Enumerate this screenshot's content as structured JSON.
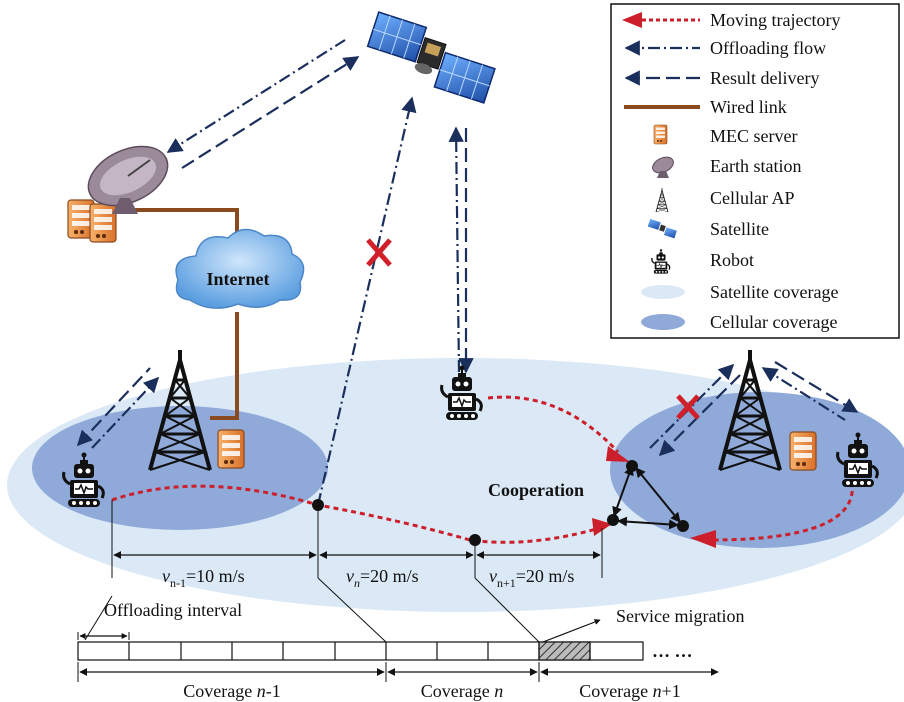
{
  "legend": {
    "items": [
      {
        "icon": "moving-trajectory-icon",
        "label": "Moving trajectory"
      },
      {
        "icon": "offloading-flow-icon",
        "label": "Offloading flow"
      },
      {
        "icon": "result-delivery-icon",
        "label": "Result delivery"
      },
      {
        "icon": "wired-link-icon",
        "label": "Wired link"
      },
      {
        "icon": "mec-server-icon",
        "label": "MEC server"
      },
      {
        "icon": "earth-station-icon",
        "label": "Earth station"
      },
      {
        "icon": "cellular-ap-icon",
        "label": "Cellular AP"
      },
      {
        "icon": "satellite-icon",
        "label": "Satellite"
      },
      {
        "icon": "robot-icon",
        "label": "Robot"
      },
      {
        "icon": "satellite-coverage-icon",
        "label": "Satellite coverage"
      },
      {
        "icon": "cellular-coverage-icon",
        "label": "Cellular coverage"
      }
    ]
  },
  "diagram": {
    "internet_label": "Internet",
    "cooperation_label": "Cooperation",
    "speeds": [
      {
        "var": "v",
        "sub": "n-1",
        "text": "=10 m/s"
      },
      {
        "var": "v",
        "sub": "n",
        "text": "=20 m/s"
      },
      {
        "var": "v",
        "sub": "n+1",
        "text": "=20 m/s"
      }
    ],
    "offloading_interval": "Offloading interval",
    "service_migration": "Service migration",
    "ellipsis": "… …",
    "coverages": [
      {
        "prefix": "Coverage ",
        "var": "n",
        "suffix": "-1"
      },
      {
        "prefix": "Coverage ",
        "var": "n",
        "suffix": ""
      },
      {
        "prefix": "Coverage ",
        "var": "n",
        "suffix": "+1"
      }
    ]
  },
  "colors": {
    "trajectory": "#cc1f2b",
    "flow": "#1b2f5c",
    "wired": "#8a4a1f",
    "satellite_coverage": "#dbe9f6",
    "cellular_coverage": "#8fa9d8",
    "block_x": "#d0202a"
  }
}
